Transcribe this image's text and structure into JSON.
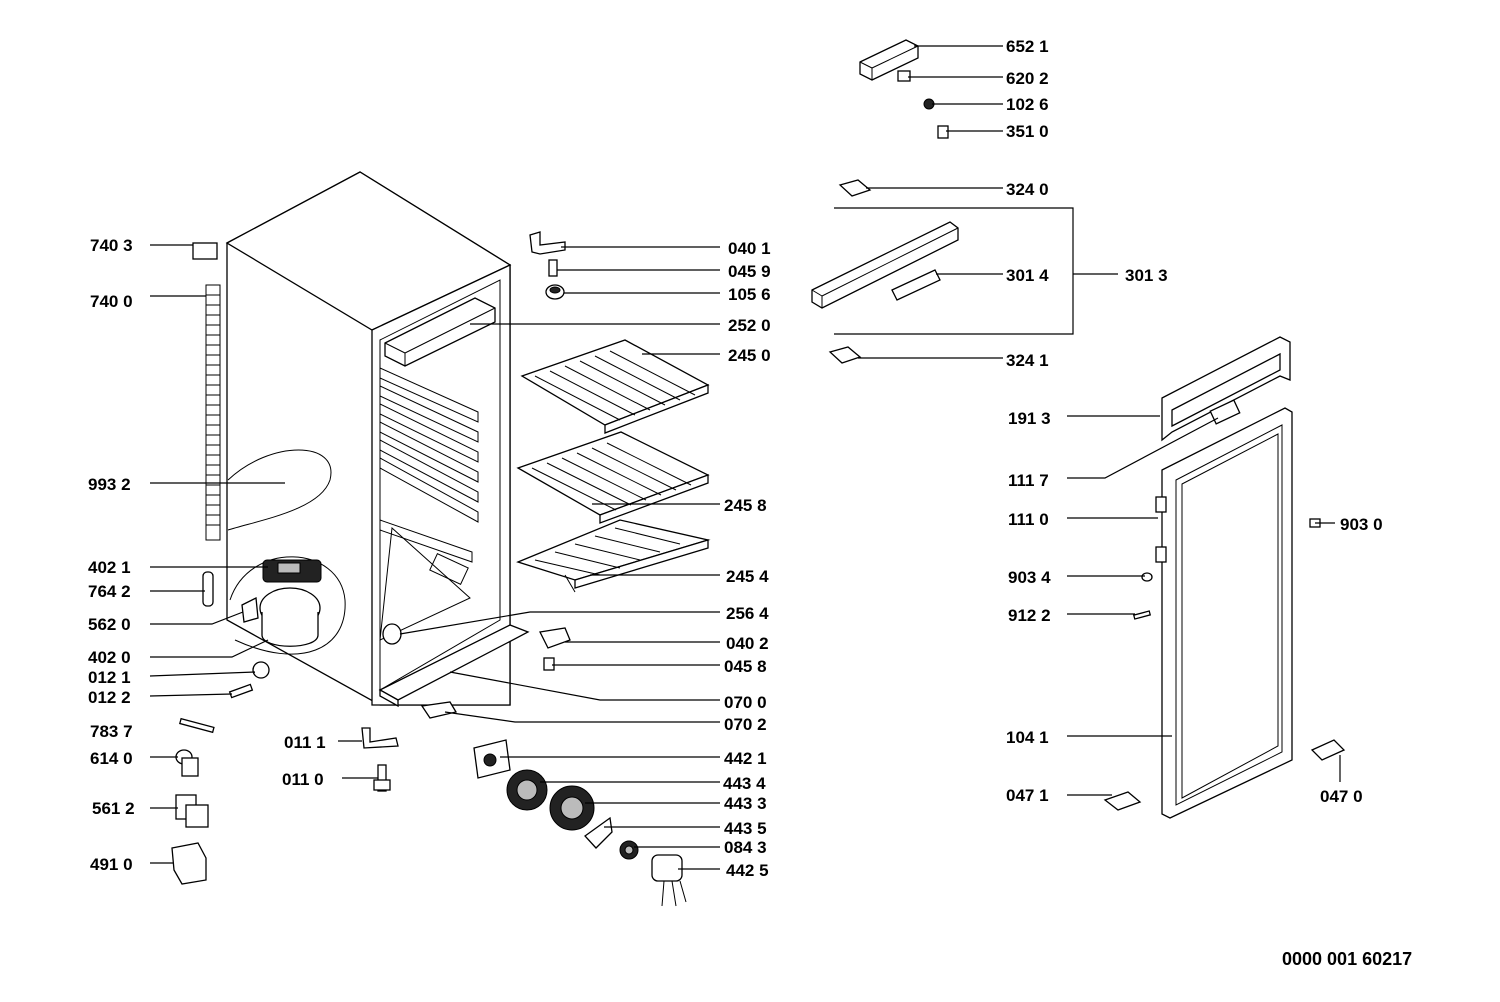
{
  "document_number": "0000 001 60217",
  "labels": {
    "p6521": "652 1",
    "p6202": "620 2",
    "p1026": "102 6",
    "p3510": "351 0",
    "p3240": "324 0",
    "p3014": "301 4",
    "p3013": "301 3",
    "p3241": "324 1",
    "p1913": "191 3",
    "p1117": "111 7",
    "p1110": "111 0",
    "p9030": "903 0",
    "p9034": "903 4",
    "p9122": "912 2",
    "p1041": "104 1",
    "p0471": "047 1",
    "p0470": "047 0",
    "p7403": "740 3",
    "p7400": "740 0",
    "p9932": "993 2",
    "p4021": "402 1",
    "p7642": "764 2",
    "p5620": "562 0",
    "p4020": "402 0",
    "p0121": "012 1",
    "p0122": "012 2",
    "p7837": "783 7",
    "p6140": "614 0",
    "p5612": "561 2",
    "p4910": "491 0",
    "p0111": "011 1",
    "p0110": "011 0",
    "p0401": "040 1",
    "p0459": "045 9",
    "p1056": "105 6",
    "p2520": "252 0",
    "p2450": "245 0",
    "p2458": "245 8",
    "p2454": "245 4",
    "p2564": "256 4",
    "p0402": "040 2",
    "p0458": "045 8",
    "p0700": "070 0",
    "p0702": "070 2",
    "p4421": "442 1",
    "p4434": "443 4",
    "p4433": "443 3",
    "p4435": "443 5",
    "p0843": "084 3",
    "p4425": "442 5"
  }
}
